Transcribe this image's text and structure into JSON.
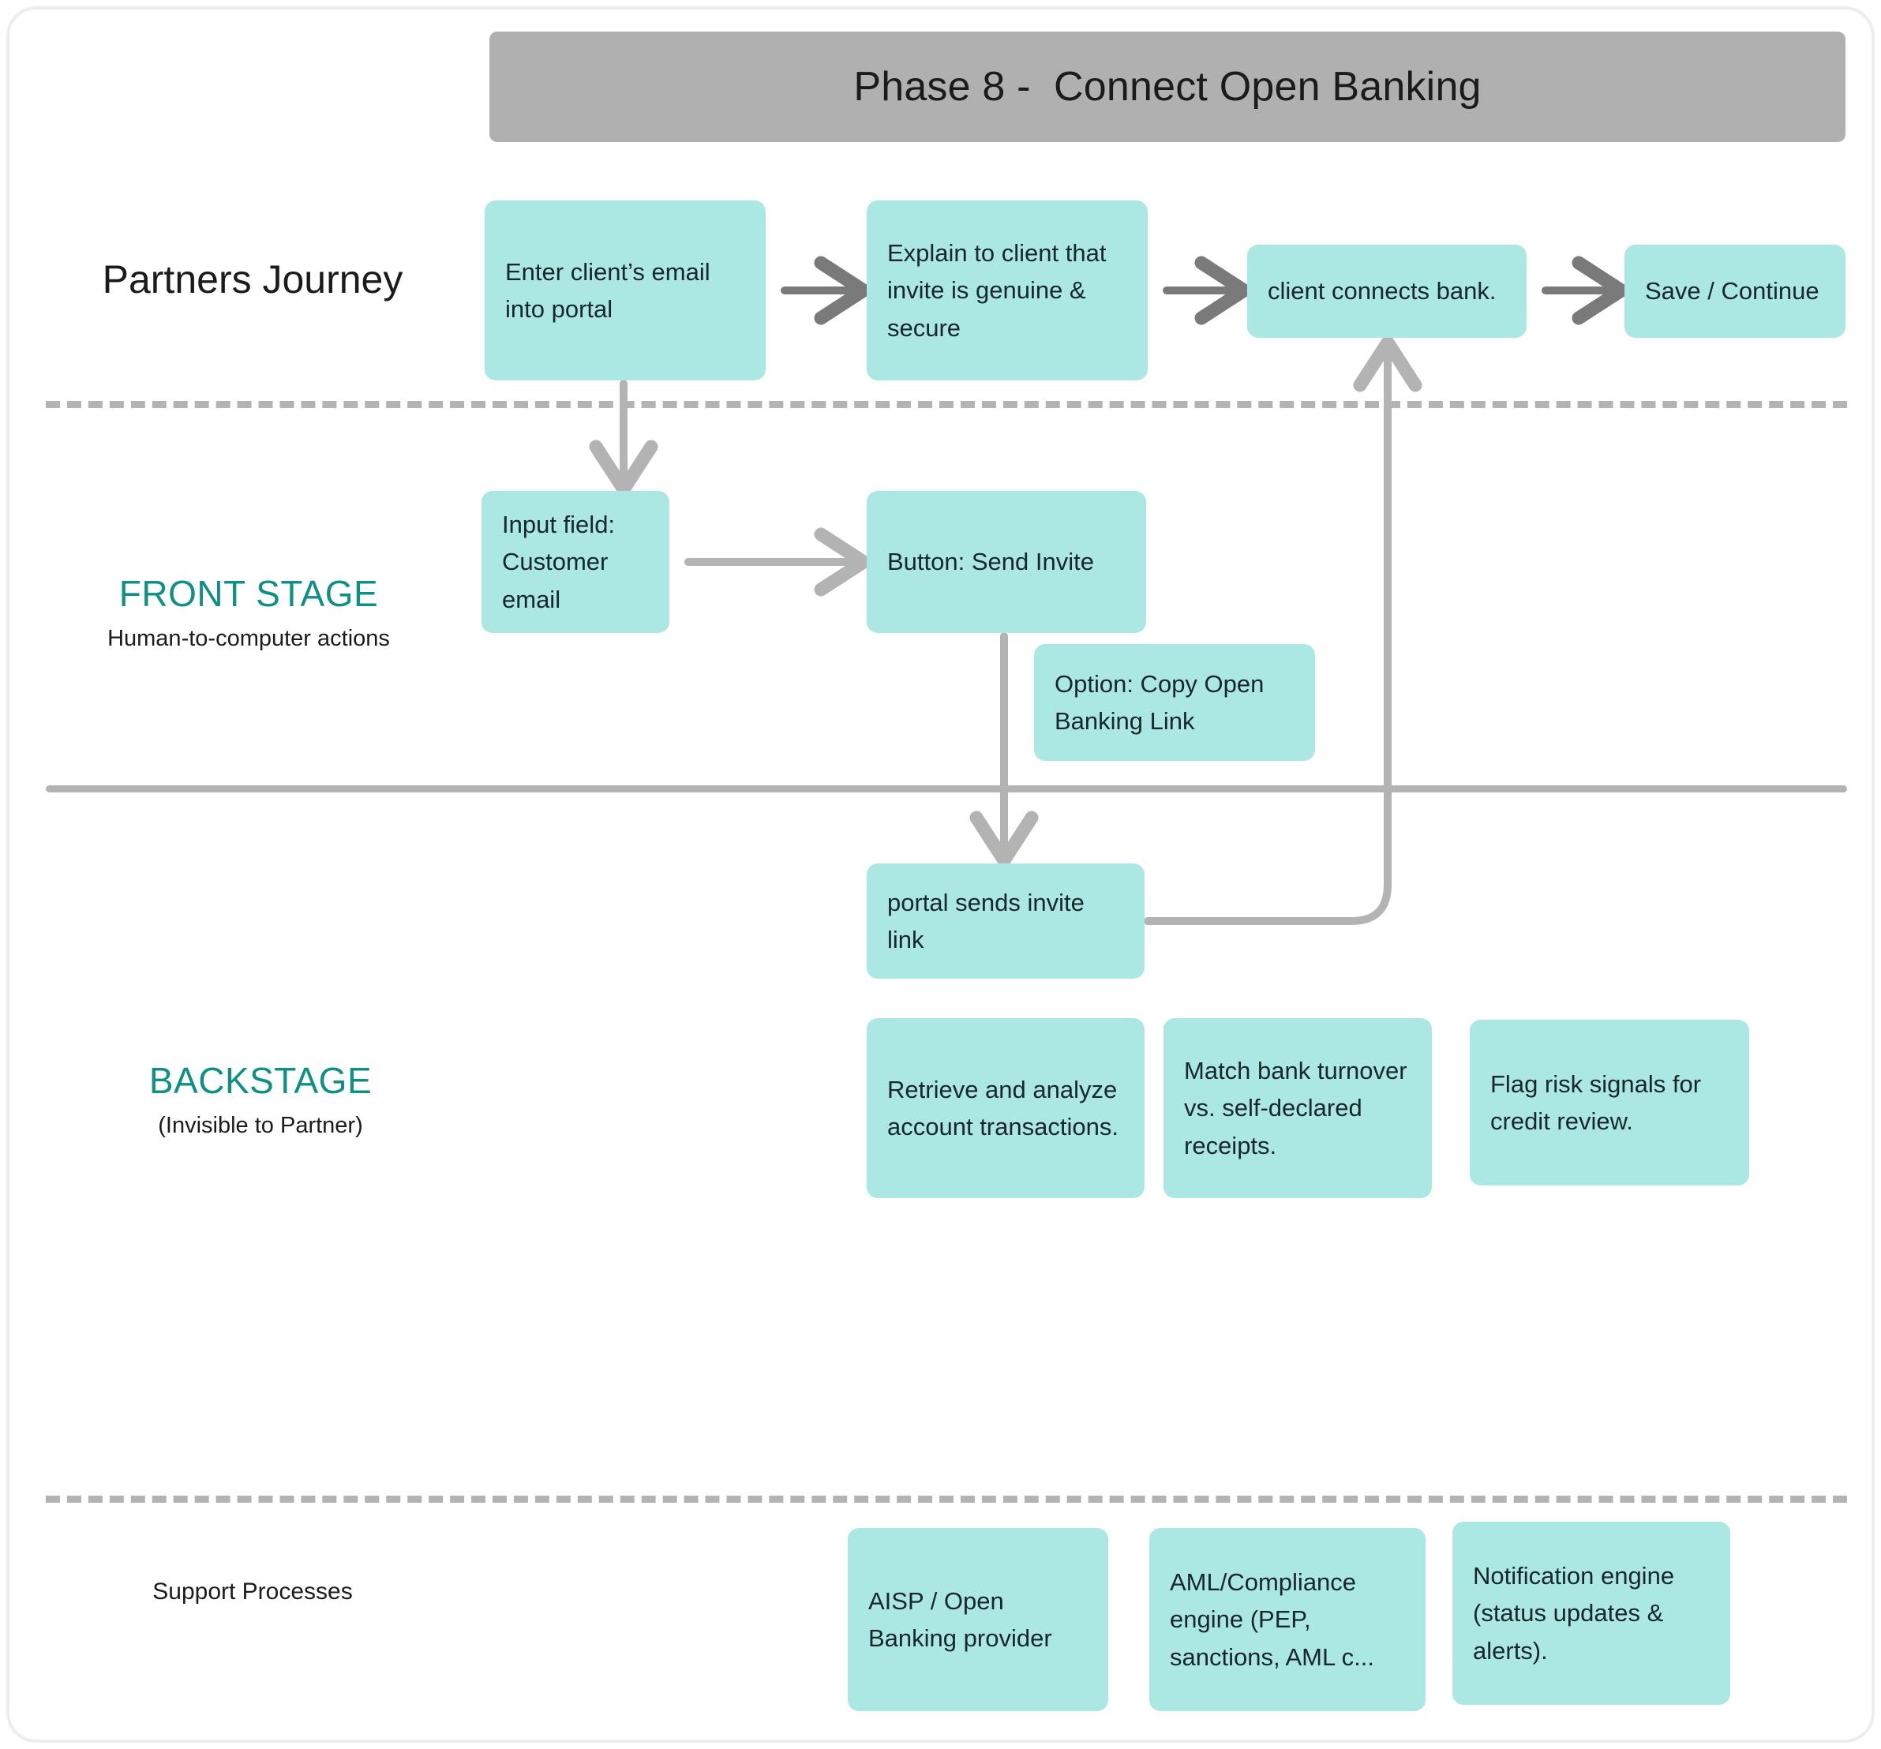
{
  "header": {
    "phase_title": "Phase 8 -  Connect Open Banking",
    "banner_color": "#b0b0b0"
  },
  "theme": {
    "box_fill": "#ace8e3",
    "accent_teal": "#0e9184",
    "connector_gray": "#7a7a7a",
    "connector_light_gray": "#b3b3b3",
    "text_dark": "#17272b",
    "divider_gray": "#b3b3b3"
  },
  "lanes": {
    "partners_journey": {
      "title": "Partners Journey"
    },
    "front_stage": {
      "title": "FRONT STAGE",
      "subtitle": "Human-to-computer actions"
    },
    "backstage": {
      "title": "BACKSTAGE",
      "subtitle": "(Invisible to Partner)"
    },
    "support_processes": {
      "title": "Support Processes"
    }
  },
  "boxes": {
    "enter_email": "Enter client’s email into portal",
    "explain_invite": "Explain to client that invite is genuine & secure",
    "client_connects_bank": "client connects bank.",
    "save_continue": "Save / Continue",
    "input_field_customer_email": "Input field: Customer email",
    "button_send_invite": "Button: Send Invite",
    "option_copy_link": "Option: Copy Open Banking Link",
    "portal_sends_invite_link": "portal sends invite link",
    "retrieve_analyze": "Retrieve and analyze account transactions.",
    "match_bank_turnover": "Match bank turnover vs. self-declared receipts.",
    "flag_risk_signals": "Flag risk signals for credit review.",
    "aisp_provider": "AISP / Open Banking provider",
    "aml_compliance_engine": "AML/Compliance engine (PEP, sanctions, AML c...",
    "notification_engine": "Notification engine (status updates & alerts)."
  },
  "connectors": [
    {
      "name": "enter-email-to-explain",
      "type": "arrow-right"
    },
    {
      "name": "explain-to-client-connects",
      "type": "arrow-right"
    },
    {
      "name": "client-connects-to-save",
      "type": "arrow-right"
    },
    {
      "name": "enter-email-down-to-input-field",
      "type": "arrow-down"
    },
    {
      "name": "input-field-to-send-invite",
      "type": "arrow-right"
    },
    {
      "name": "send-invite-down-to-portal-sends",
      "type": "arrow-down"
    },
    {
      "name": "portal-sends-to-client-connects",
      "type": "elbow-up"
    }
  ]
}
